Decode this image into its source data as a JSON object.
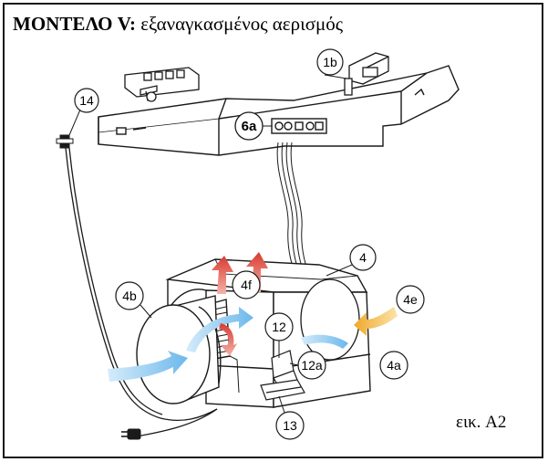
{
  "title": {
    "bold": "ΜΟΝΤΕΛΟ V:",
    "rest": " εξαναγκασμένος αερισμός"
  },
  "caption": "εικ. A2",
  "labels": {
    "l1b": "1b",
    "l14": "14",
    "l6a": "6a",
    "l4": "4",
    "l4b": "4b",
    "l4f": "4f",
    "l4e": "4e",
    "l12": "12",
    "l12a": "12a",
    "l4a": "4a",
    "l13": "13"
  },
  "colors": {
    "line": "#1a1a1a",
    "airflow_blue": "#8cc8ee",
    "airflow_red": "#e0473a",
    "airflow_orange": "#f2b43a"
  }
}
